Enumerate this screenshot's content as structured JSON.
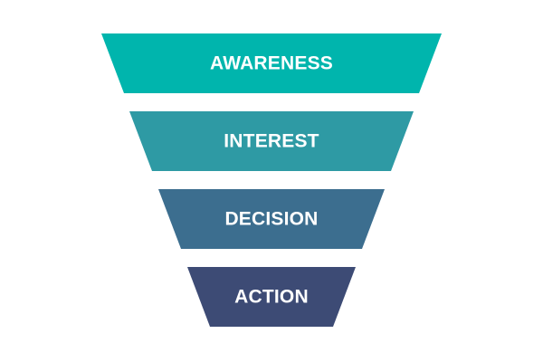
{
  "funnel": {
    "stages": [
      {
        "label": "AWARENESS",
        "color": "#00B5AD"
      },
      {
        "label": "INTEREST",
        "color": "#2E9AA4"
      },
      {
        "label": "DECISION",
        "color": "#3C6E8F"
      },
      {
        "label": "ACTION",
        "color": "#3D4B75"
      }
    ]
  }
}
